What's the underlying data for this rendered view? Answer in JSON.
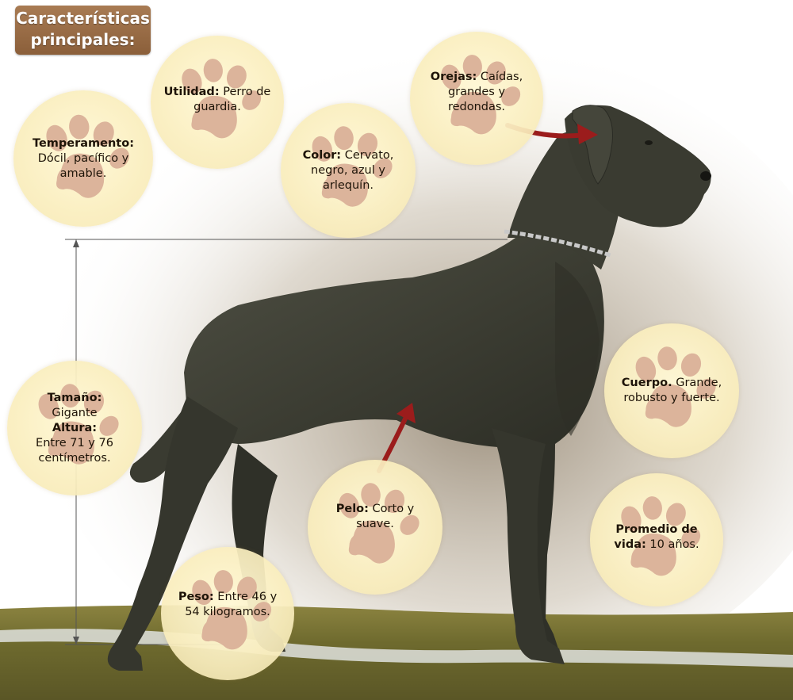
{
  "title": {
    "line1": "Características",
    "line2": "principales:"
  },
  "colors": {
    "title_bg": "#9b6d45",
    "bubble_bg": "#f8ecc0",
    "paw": "#dcb49b",
    "arrow": "#9b1c1c",
    "dog": "#3f4035",
    "grass": "#6f6a2c"
  },
  "items": {
    "temperamento": {
      "label": "Temperamento:",
      "lines": [
        "Dócil, pacífico y",
        "amable."
      ]
    },
    "utilidad": {
      "label": "Utilidad:",
      "text1": " Perro de",
      "text2": "guardia."
    },
    "color": {
      "label": "Color:",
      "text1": " Cervato,",
      "text2": "negro, azul y",
      "text3": "arlequín."
    },
    "orejas": {
      "label": "Orejas:",
      "text1": " Caídas,",
      "text2": "grandes y",
      "text3": "redondas."
    },
    "tamano": {
      "label": "Tamaño:",
      "value": "Gigante",
      "label2": "Altura:",
      "text1": "Entre 71 y 76",
      "text2": "centímetros."
    },
    "cuerpo": {
      "label": "Cuerpo.",
      "text1": " Grande,",
      "text2": "robusto y fuerte."
    },
    "pelo": {
      "label": "Pelo:",
      "text1": " Corto y",
      "text2": "suave."
    },
    "promedio": {
      "label1": "Promedio de",
      "label2": "vida:",
      "text1": " 10 años."
    },
    "peso": {
      "label": "Peso:",
      "text1": " Entre 46 y",
      "text2": "54 kilogramos."
    }
  }
}
